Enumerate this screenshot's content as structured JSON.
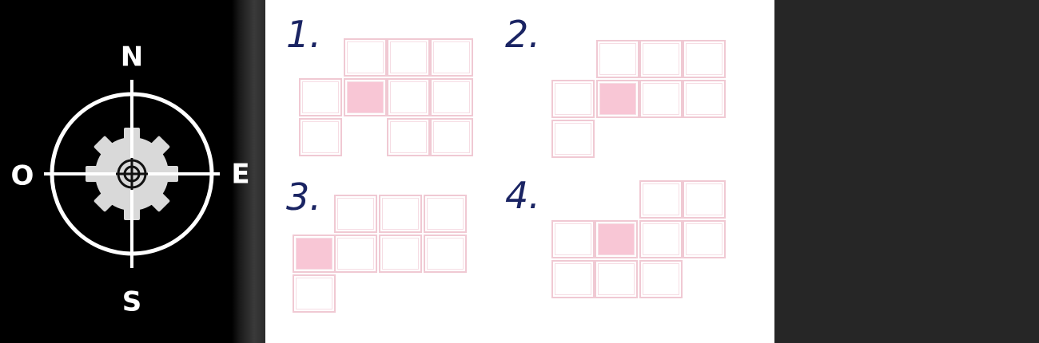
{
  "compass": {
    "north": "N",
    "south": "S",
    "east": "E",
    "west": "O",
    "icon": "compass-gear-icon"
  },
  "puzzles": [
    {
      "label": "1."
    },
    {
      "label": "2."
    },
    {
      "label": "3."
    },
    {
      "label": "4."
    }
  ],
  "colors": {
    "grid_border": "#f0c9d3",
    "highlight": "#f8c6d5",
    "number_ink": "#1a2463"
  }
}
